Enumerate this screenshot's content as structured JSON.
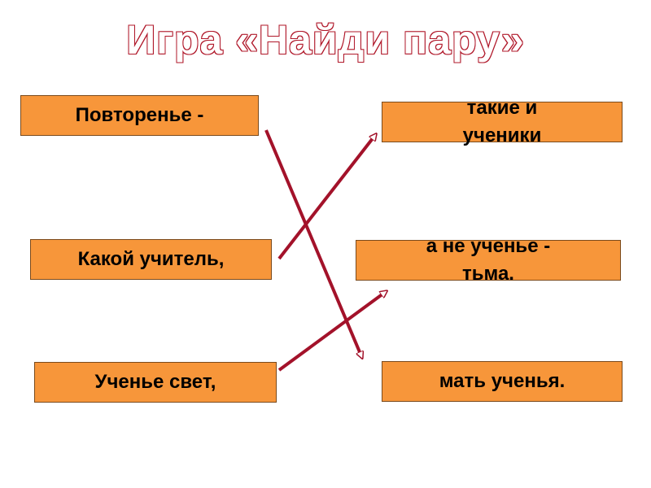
{
  "title": "Игра «Найди пару»",
  "left": [
    {
      "text": "Повторенье -"
    },
    {
      "text": "Какой учитель,"
    },
    {
      "text": "Ученье свет,"
    }
  ],
  "right": [
    {
      "line1": "такие и",
      "line2": "ученики"
    },
    {
      "line1": "а не ученье -",
      "line2": "тьма."
    },
    {
      "line1": "мать ученья.",
      "line2": ""
    }
  ],
  "colors": {
    "card_fill": "#f7963a",
    "arrow": "#a3122a",
    "title_outline": "#b0182a"
  }
}
